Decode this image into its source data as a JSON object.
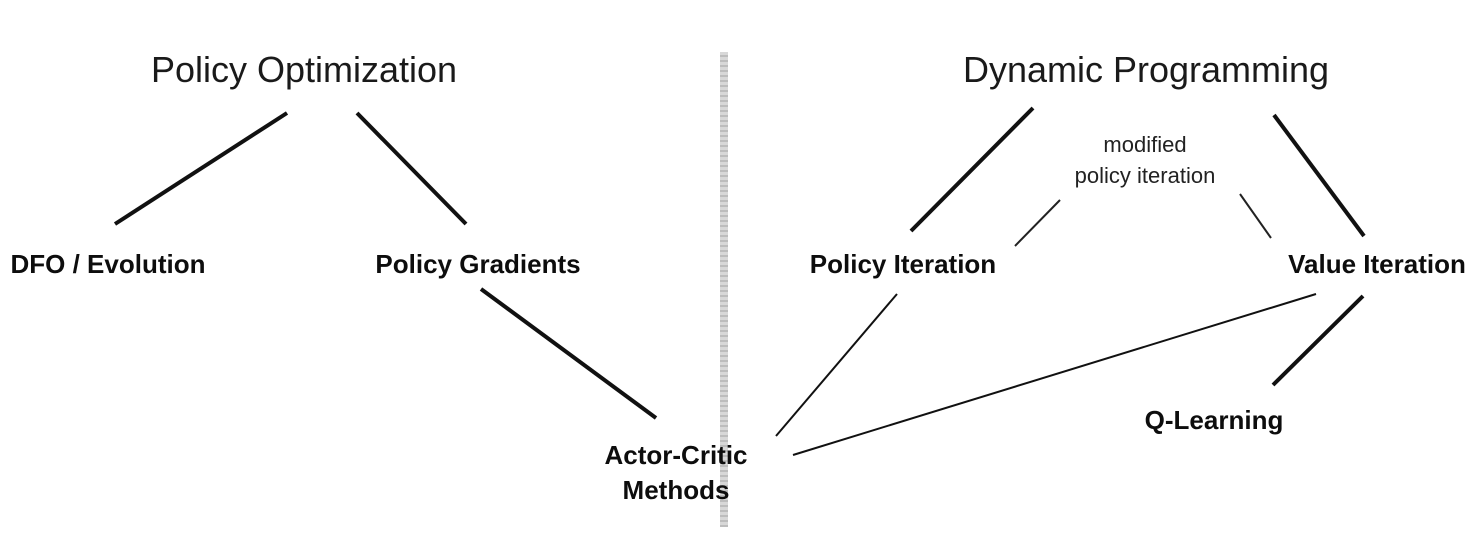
{
  "titles": {
    "left": "Policy Optimization",
    "right": "Dynamic Programming"
  },
  "nodes": {
    "dfo": "DFO / Evolution",
    "policy_gradients": "Policy Gradients",
    "actor_critic": [
      "Actor-Critic",
      "Methods"
    ],
    "policy_iteration": "Policy Iteration",
    "value_iteration": "Value Iteration",
    "q_learning": "Q-Learning"
  },
  "annotation": [
    "modified",
    "policy iteration"
  ],
  "colors": {
    "text": "#0d0d0d",
    "edge": "#111111",
    "divider": "#c8c8c8"
  }
}
